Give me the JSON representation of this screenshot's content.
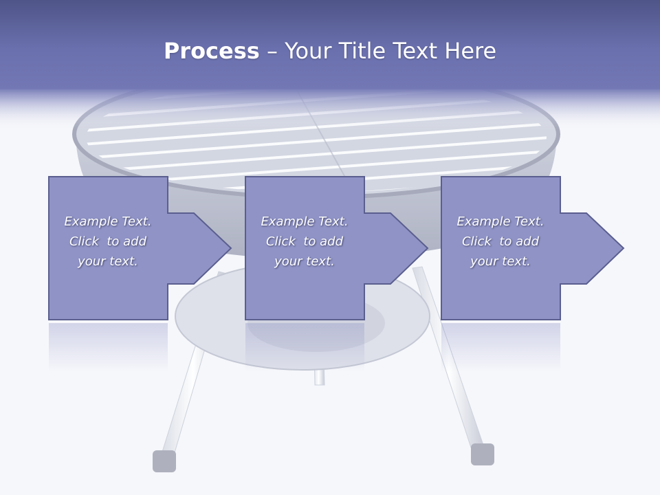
{
  "slide": {
    "title_bold": "Process",
    "title_rest": " – Your Title Text Here"
  },
  "steps": [
    {
      "line1": "Example Text.",
      "line2": "Click  to add",
      "line3": "your text."
    },
    {
      "line1": "Example Text.",
      "line2": "Click  to add",
      "line3": "your text."
    },
    {
      "line1": "Example Text.",
      "line2": "Click  to add",
      "line3": "your text."
    }
  ],
  "colors": {
    "header": "#5c6299",
    "box_fill": "#8f93c6",
    "box_border": "#5a5e8e",
    "background": "#f6f7fb"
  }
}
